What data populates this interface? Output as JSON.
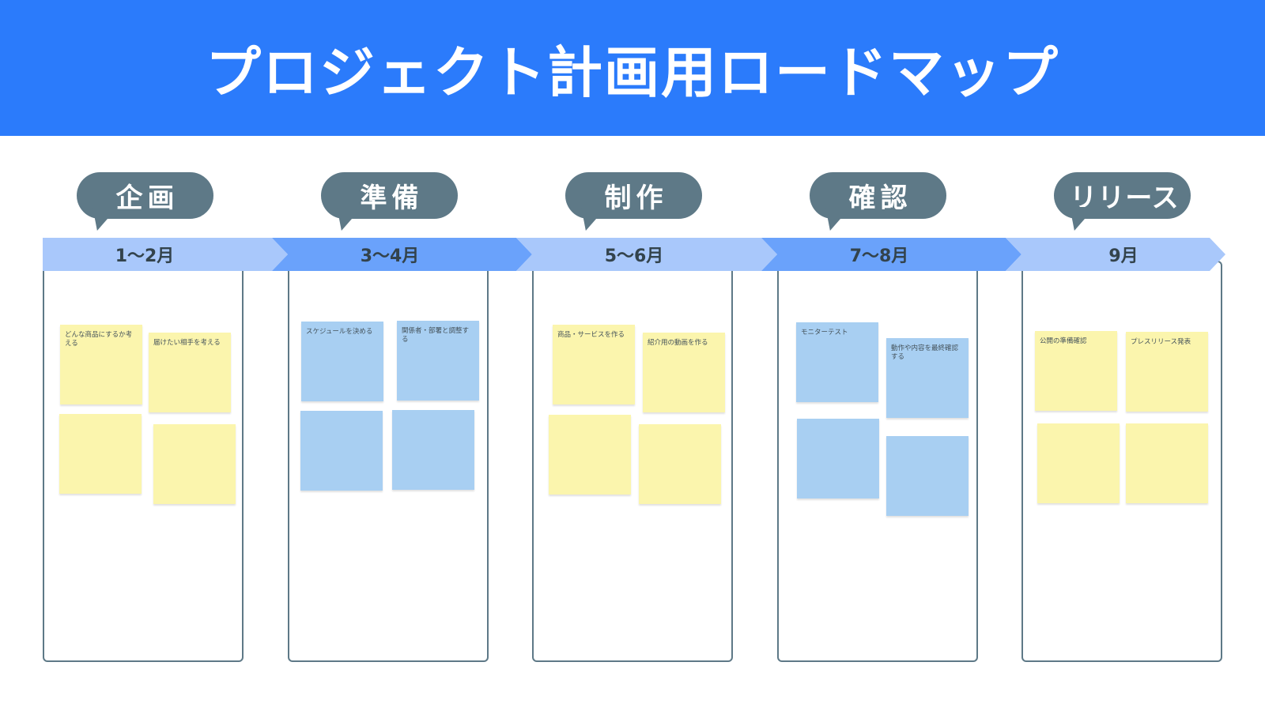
{
  "title": "プロジェクト計画用ロードマップ",
  "colors": {
    "header_bg": "#2b7bfb",
    "bubble_bg": "#5e7987",
    "arrow_light": "#a9c8fb",
    "arrow_dark": "#6aa2fb",
    "note_yellow": "#fbf5ad",
    "note_blue": "#a8cff2"
  },
  "phases": [
    {
      "name": "企画",
      "period": "1〜2月",
      "note_color": "yellow",
      "notes": [
        "どんな商品にするか考える",
        "届けたい相手を考える",
        "",
        ""
      ]
    },
    {
      "name": "準備",
      "period": "3〜4月",
      "note_color": "blue",
      "notes": [
        "スケジュールを決める",
        "関係者・部署と調整する",
        "",
        ""
      ]
    },
    {
      "name": "制作",
      "period": "5〜6月",
      "note_color": "yellow",
      "notes": [
        "商品・サービスを作る",
        "紹介用の動画を作る",
        "",
        ""
      ]
    },
    {
      "name": "確認",
      "period": "7〜8月",
      "note_color": "blue",
      "notes": [
        "モニターテスト",
        "動作や内容を最終確認する",
        "",
        ""
      ]
    },
    {
      "name": "リリース",
      "period": "9月",
      "note_color": "yellow",
      "notes": [
        "公開の準備確認",
        "プレスリリース発表",
        "",
        ""
      ]
    }
  ]
}
